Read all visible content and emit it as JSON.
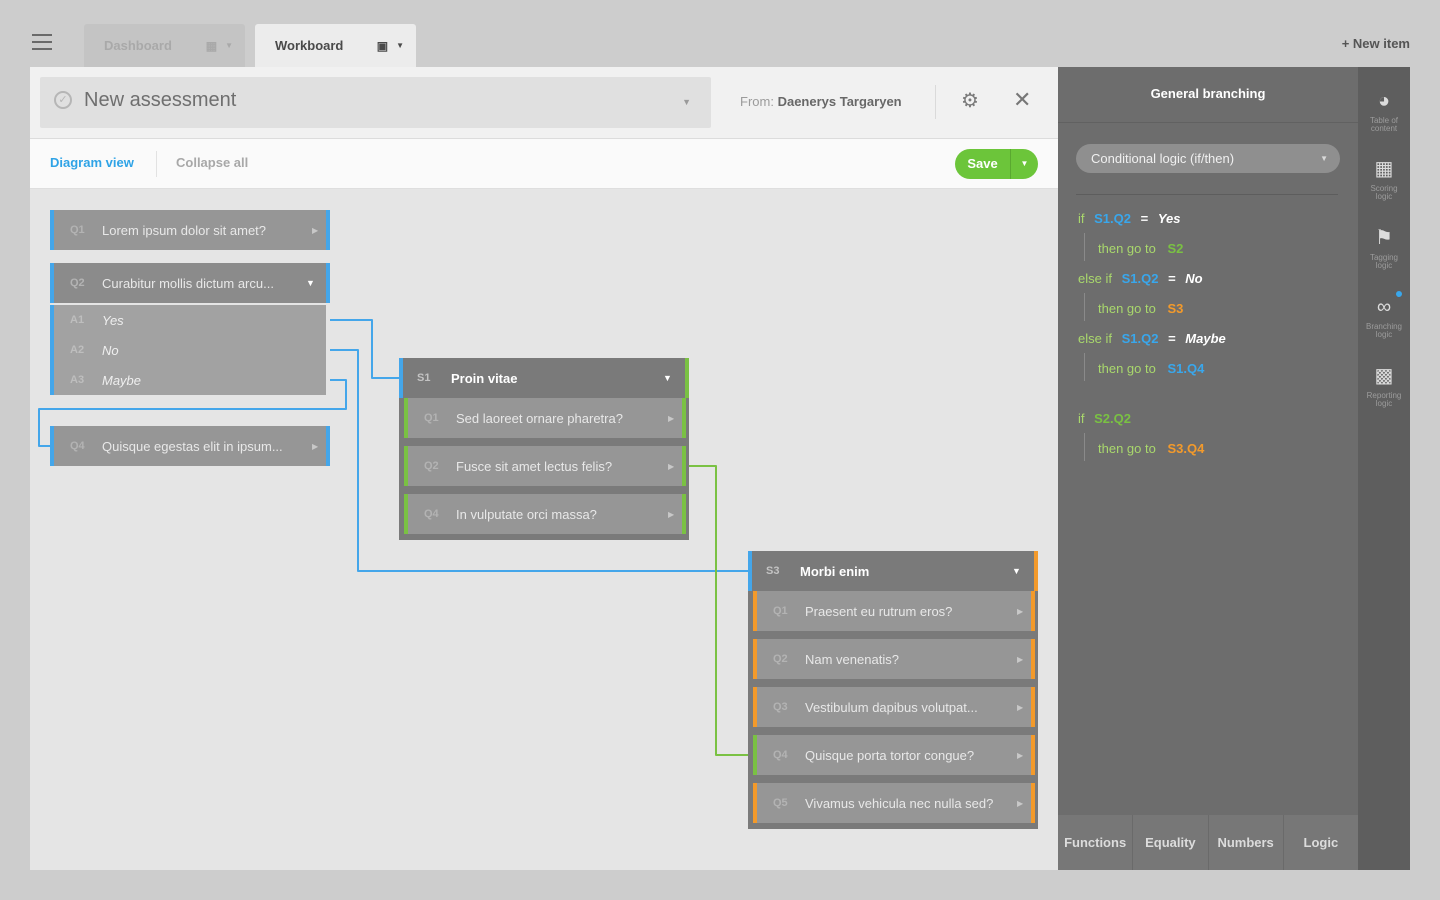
{
  "tabs": [
    {
      "label": "Dashboard",
      "icon": "grid-icon"
    },
    {
      "label": "Workboard",
      "icon": "folder-icon"
    }
  ],
  "new_item": "+ New item",
  "header": {
    "title": "New assessment",
    "from_prefix": "From:",
    "from_name": "Daenerys Targaryen"
  },
  "toolbar": {
    "diagram_view": "Diagram view",
    "collapse_all": "Collapse all",
    "save": "Save"
  },
  "questions": [
    {
      "key": "Q1",
      "text": "Lorem ipsum dolor sit amet?"
    },
    {
      "key": "Q2",
      "text": "Curabitur mollis dictum arcu..."
    },
    {
      "key": "Q4",
      "text": "Quisque egestas elit in ipsum..."
    }
  ],
  "answers": [
    {
      "key": "A1",
      "text": "Yes"
    },
    {
      "key": "A2",
      "text": "No"
    },
    {
      "key": "A3",
      "text": "Maybe"
    }
  ],
  "sections": [
    {
      "key": "S1",
      "title": "Proin vitae",
      "color": "#7ac143",
      "items": [
        {
          "key": "Q1",
          "text": "Sed laoreet ornare pharetra?"
        },
        {
          "key": "Q2",
          "text": "Fusce sit amet lectus felis?"
        },
        {
          "key": "Q4",
          "text": "In vulputate orci massa?"
        }
      ]
    },
    {
      "key": "S3",
      "title": "Morbi enim",
      "color": "#f39a2b",
      "items": [
        {
          "key": "Q1",
          "text": "Praesent eu rutrum eros?"
        },
        {
          "key": "Q2",
          "text": "Nam venenatis?"
        },
        {
          "key": "Q3",
          "text": "Vestibulum dapibus volutpat..."
        },
        {
          "key": "Q4",
          "text": "Quisque porta tortor congue?"
        },
        {
          "key": "Q5",
          "text": "Vivamus vehicula nec nulla sed?"
        }
      ]
    }
  ],
  "side": {
    "title": "General branching",
    "logic_type": "Conditional logic (if/then)",
    "rules": [
      {
        "kw": "if",
        "ref": "S1.Q2",
        "eq": "=",
        "val": "Yes",
        "then_kw": "then go to",
        "then_ref": "S2"
      },
      {
        "kw": "else if",
        "ref": "S1.Q2",
        "eq": "=",
        "val": "No",
        "then_kw": "then go to",
        "then_ref": "S3"
      },
      {
        "kw": "else if",
        "ref": "S1.Q2",
        "eq": "=",
        "val": "Maybe",
        "then_kw": "then go to",
        "then_ref": "S1.Q4"
      },
      {
        "kw": "if",
        "ref": "S2.Q2",
        "then_kw": "then go to",
        "then_ref": "S3.Q4"
      }
    ],
    "tabs": [
      "Functions",
      "Equality",
      "Numbers",
      "Logic"
    ]
  },
  "rail": [
    {
      "label": "Table of\ncontent",
      "icon": "compass-icon"
    },
    {
      "label": "Scoring\nlogic",
      "icon": "calculator-icon"
    },
    {
      "label": "Tagging\nlogic",
      "icon": "tag-icon"
    },
    {
      "label": "Branching\nlogic",
      "icon": "link-icon"
    },
    {
      "label": "Reporting\nlogic",
      "icon": "chat-icon"
    }
  ],
  "colors": {
    "blue": "#44a6ea",
    "green": "#7ac143",
    "orange": "#f39a2b",
    "save": "#6cc53a"
  }
}
